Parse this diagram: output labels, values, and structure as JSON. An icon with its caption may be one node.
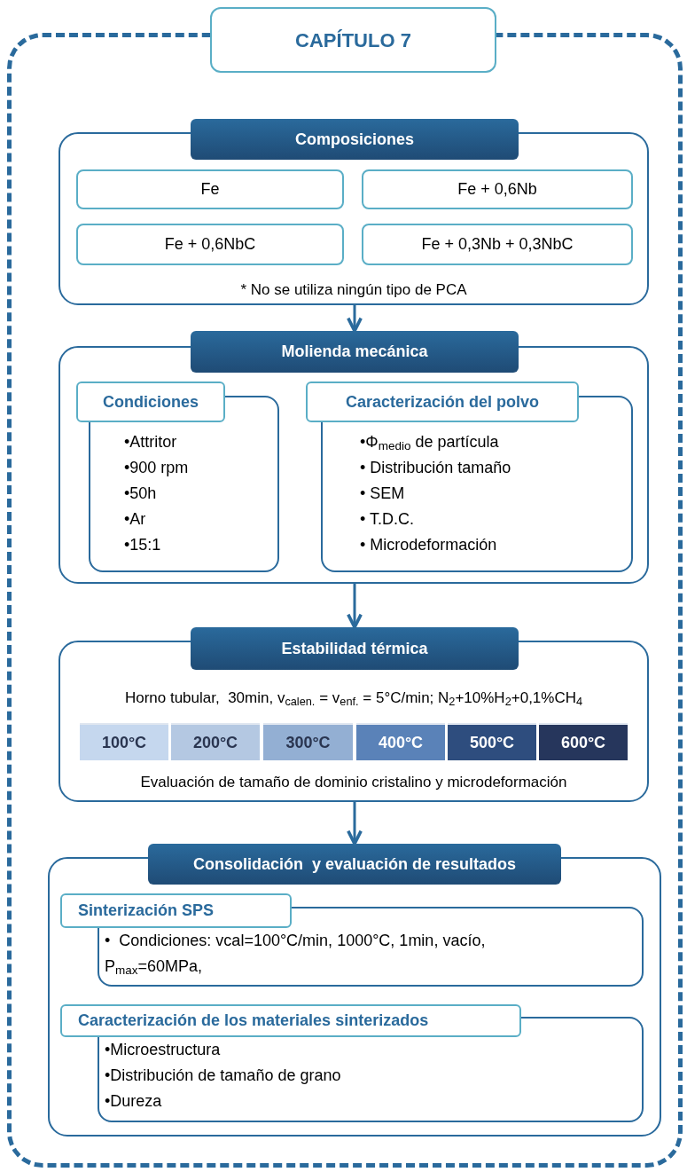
{
  "diagram": {
    "nodes": [
      {
        "text": [
          "CAPÍTULO 7"
        ]
      },
      {
        "text": [
          "Composiciones",
          "* No se utiliza ningún tipo de PCA"
        ],
        "in": 0
      },
      {
        "text": [
          "Fe"
        ],
        "in": 1
      },
      {
        "text": [
          "Fe + 0,6Nb"
        ],
        "in": 1
      },
      {
        "text": [
          "Fe + 0,6NbC"
        ],
        "in": 1
      },
      {
        "text": [
          "Fe + 0,3Nb + 0,3NbC"
        ],
        "in": 1
      },
      {
        "text": [
          "Molienda mecánica"
        ],
        "in": 0
      },
      {
        "text": [
          "Condiciones",
          "•Attritor",
          "•900 rpm",
          "•50h",
          "•Ar",
          "•15:1"
        ],
        "in": 6
      },
      {
        "text": [
          "Caracterización del polvo",
          "•Φ$_{medio}$ de partícula",
          "• Distribución tamaño",
          "• SEM",
          "• T.D.C.",
          "• Microdeformación"
        ],
        "in": 6
      },
      {
        "text": [
          "Estabilidad térmica",
          "Horno tubular,  30min, v$_{calen.}$ = v$_{enf.}$ = 5°C/min; N$_{2}$+10%H$_{2}$+0,1%CH$_{4}$",
          "Evaluación de tamaño de dominio cristalino y microdeformación"
        ],
        "in": 0
      },
      {
        "text": [
          "100°C"
        ],
        "in": 9
      },
      {
        "text": [
          "200°C"
        ],
        "in": 9
      },
      {
        "text": [
          "300°C"
        ],
        "in": 9
      },
      {
        "text": [
          "400°C"
        ],
        "in": 9
      },
      {
        "text": [
          "500°C"
        ],
        "in": 9
      },
      {
        "text": [
          "600°C"
        ],
        "in": 9
      },
      {
        "text": [
          "Consolidación  y evaluación de resultados"
        ],
        "in": 0
      },
      {
        "text": [
          "Sinterización SPS",
          "•  Condiciones: vcal=100°C/min, 1000°C, 1min, vacío, P$_{max}$=60MPa,"
        ],
        "in": 16
      },
      {
        "text": [
          "Caracterización de los materiales sinterizados",
          "•Microestructura",
          "•Distribución de tamaño de grano",
          "•Dureza"
        ],
        "in": 16
      }
    ],
    "edges": [
      {
        "from": 1,
        "to": 6,
        "arrow": "to"
      },
      {
        "from": 6,
        "to": 9,
        "arrow": "to"
      },
      {
        "from": 9,
        "to": 16,
        "arrow": "to"
      }
    ]
  }
}
